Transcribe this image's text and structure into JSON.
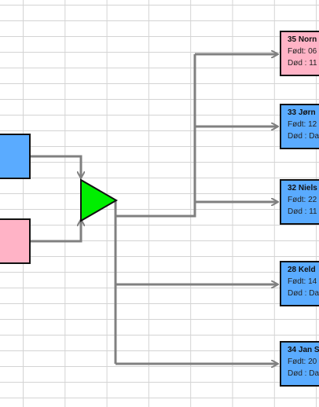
{
  "spreadsheet": {
    "grid_color": "#d4d4d4"
  },
  "parents": {
    "father": {
      "color": "#5aabff"
    },
    "mother": {
      "color": "#ffb3c6",
      "fragment": ","
    }
  },
  "marriage_node": {
    "shape": "triangle",
    "color": "#00ee00"
  },
  "connector_color": "#808080",
  "children": [
    {
      "name": "35 Norn",
      "born": "Født: 06",
      "died": "Død : 11",
      "color": "#ffb3c6"
    },
    {
      "name": "33 Jørn",
      "born": "Født: 12",
      "died": "Død : Da",
      "color": "#5aabff"
    },
    {
      "name": "32 Niels",
      "born": "Født: 22",
      "died": "Død : 11",
      "color": "#5aabff"
    },
    {
      "name": "28 Keld",
      "born": "Født: 14",
      "died": "Død : Da",
      "color": "#5aabff"
    },
    {
      "name": "34 Jan S",
      "born": "Født: 20",
      "died": "Død : Da",
      "color": "#5aabff"
    }
  ]
}
